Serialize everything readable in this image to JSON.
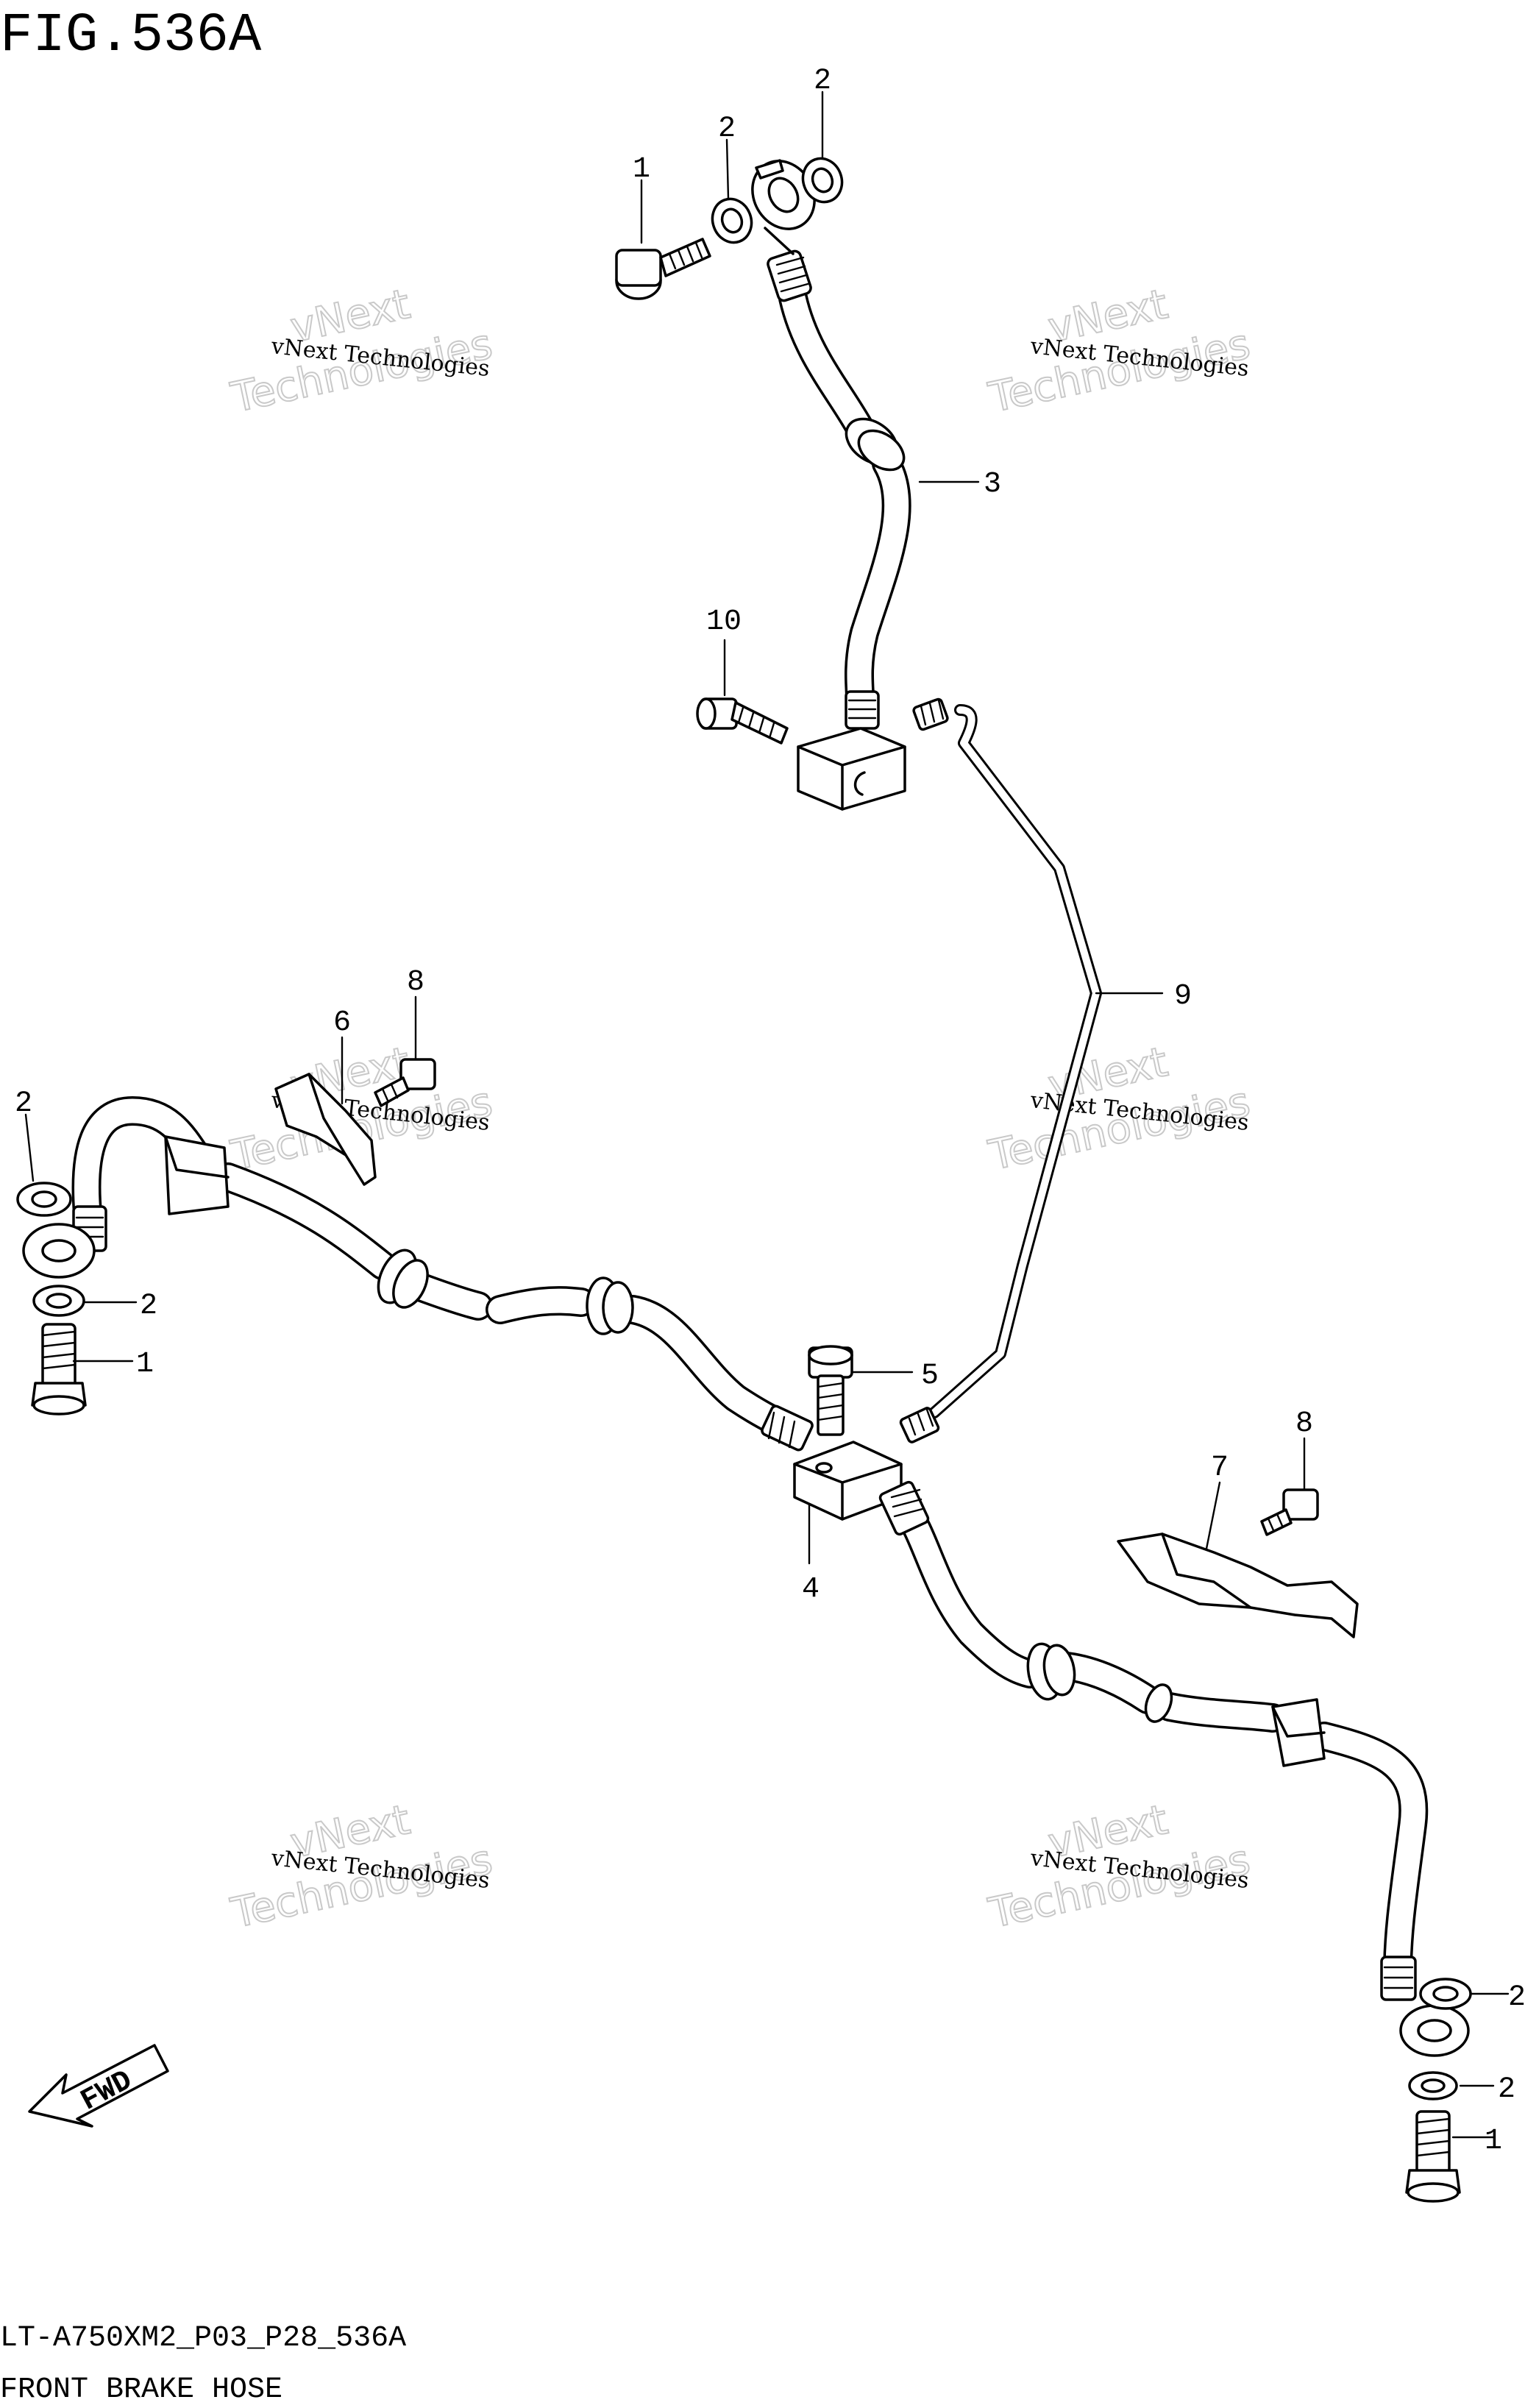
{
  "figure": {
    "title": "FIG.536A",
    "model_code": "LT-A750XM2_P03_P28_536A",
    "caption": "FRONT BRAKE HOSE"
  },
  "callouts": {
    "c1_top": "1",
    "c2_top_a": "2",
    "c2_top_b": "2",
    "c3": "3",
    "c10": "10",
    "c9": "9",
    "c6": "6",
    "c8_left": "8",
    "c2_left_a": "2",
    "c2_left_b": "2",
    "c1_left": "1",
    "c5": "5",
    "c4": "4",
    "c7": "7",
    "c8_right": "8",
    "c2_right_a": "2",
    "c2_right_b": "2",
    "c1_right": "1"
  },
  "watermarks": {
    "company_line": "vNext Technologies",
    "brand_a": "vNext",
    "brand_b": "Technologies"
  },
  "fwd_label": "FWD"
}
